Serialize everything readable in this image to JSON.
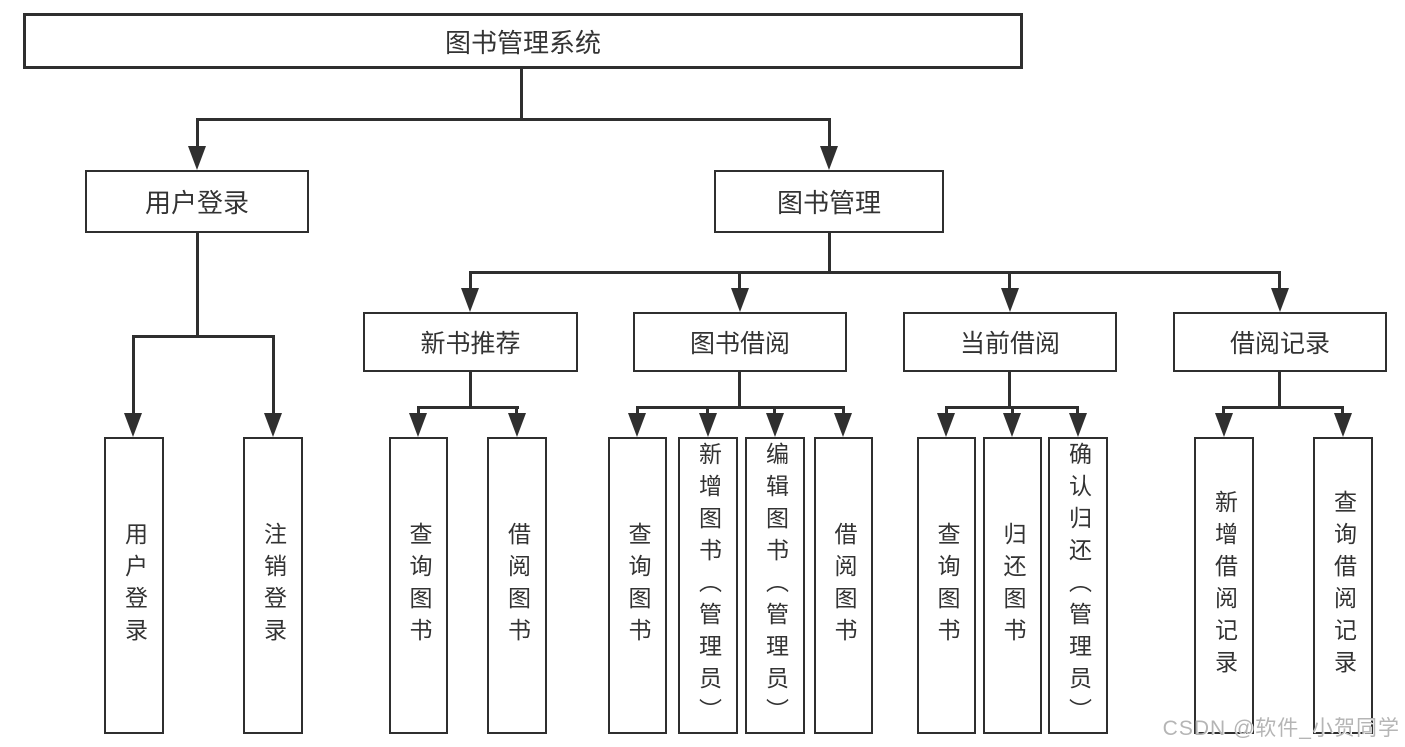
{
  "diagram": {
    "root": {
      "label": "图书管理系统"
    },
    "level2": [
      {
        "label": "用户登录"
      },
      {
        "label": "图书管理"
      }
    ],
    "level3": [
      {
        "label": "新书推荐"
      },
      {
        "label": "图书借阅"
      },
      {
        "label": "当前借阅"
      },
      {
        "label": "借阅记录"
      }
    ],
    "leaves": {
      "user_login": [
        "用户登录",
        "注销登录"
      ],
      "new_books": [
        "查询图书",
        "借阅图书"
      ],
      "book_borrow": [
        "查询图书",
        "新增图书（管理员）",
        "编辑图书（管理员）",
        "借阅图书"
      ],
      "current_borrow": [
        "查询图书",
        "归还图书",
        "确认归还（管理员）"
      ],
      "borrow_records": [
        "新增借阅记录",
        "查询借阅记录"
      ]
    }
  },
  "watermark": {
    "text": "CSDN @软件_小贺同学"
  },
  "colors": {
    "line": "#2f2f2f",
    "text": "#333333",
    "watermark": "#b5b5b5",
    "background": "#ffffff"
  }
}
